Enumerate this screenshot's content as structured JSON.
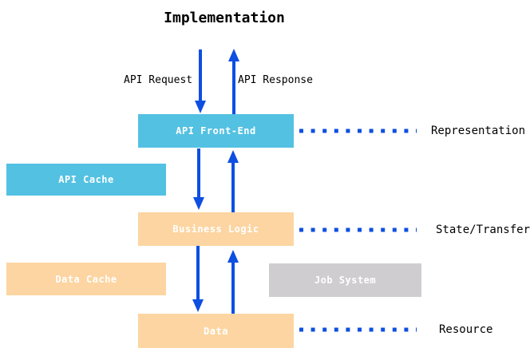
{
  "title": "Implementation",
  "arrow_labels": {
    "request": "API Request",
    "response": "API Response"
  },
  "boxes": {
    "api_front_end": {
      "label": "API Front-End"
    },
    "api_cache": {
      "label": "API Cache"
    },
    "business_logic": {
      "label": "Business Logic"
    },
    "data_cache": {
      "label": "Data Cache"
    },
    "job_system": {
      "label": "Job System"
    },
    "data": {
      "label": "Data"
    }
  },
  "layer_labels": {
    "representation": "Representation",
    "state_transfer": "State/Transfer",
    "resource": "Resource"
  },
  "colors": {
    "cyan_box": "#53C1E2",
    "orange_box": "#FCD5A2",
    "gray_box": "#D0CDD1",
    "arrow_blue": "#0E4FE1",
    "box_text": "#FFFFFF",
    "label_text": "#000000",
    "background": "#FFFFFF"
  }
}
